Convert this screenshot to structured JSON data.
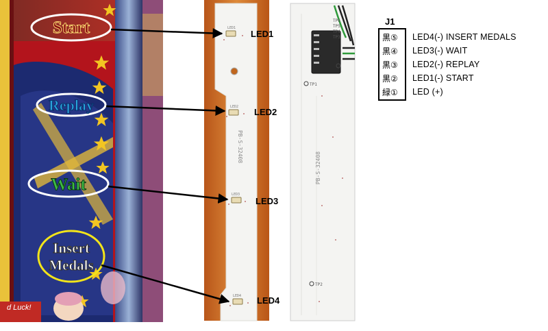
{
  "panel_labels": {
    "start": "Start",
    "replay": "Replay",
    "wait": "Wait",
    "insert": "Insert",
    "medals": "Medals",
    "luck": "d Luck!"
  },
  "board_front": {
    "led_labels": [
      "LED1",
      "LED2",
      "LED3",
      "LED4"
    ],
    "silk_leds": [
      "LED1",
      "LED2",
      "LED3",
      "LED4"
    ],
    "part_number": "PB-S-32408"
  },
  "board_back": {
    "test_points": [
      "TP6",
      "TP5",
      "TP4",
      "TP3",
      "TP1",
      "TP2"
    ],
    "part_number": "PB-S-32408"
  },
  "connector": {
    "title": "J1",
    "pins": [
      {
        "pin": "黒⑤",
        "desc": "LED4(-) INSERT MEDALS"
      },
      {
        "pin": "黒④",
        "desc": "LED3(-) WAIT"
      },
      {
        "pin": "黒③",
        "desc": "LED2(-) REPLAY"
      },
      {
        "pin": "黒②",
        "desc": "LED1(-) START"
      },
      {
        "pin": "緑①",
        "desc": "LED (+)"
      }
    ]
  },
  "colors": {
    "cabinet_red": "#b8141c",
    "cabinet_blue": "#1c2a70",
    "star_gold": "#f2c522",
    "board_orange": "#cf6a1a",
    "pcb_white": "#f4f4f2",
    "wire_green": "#2e9a3a"
  }
}
